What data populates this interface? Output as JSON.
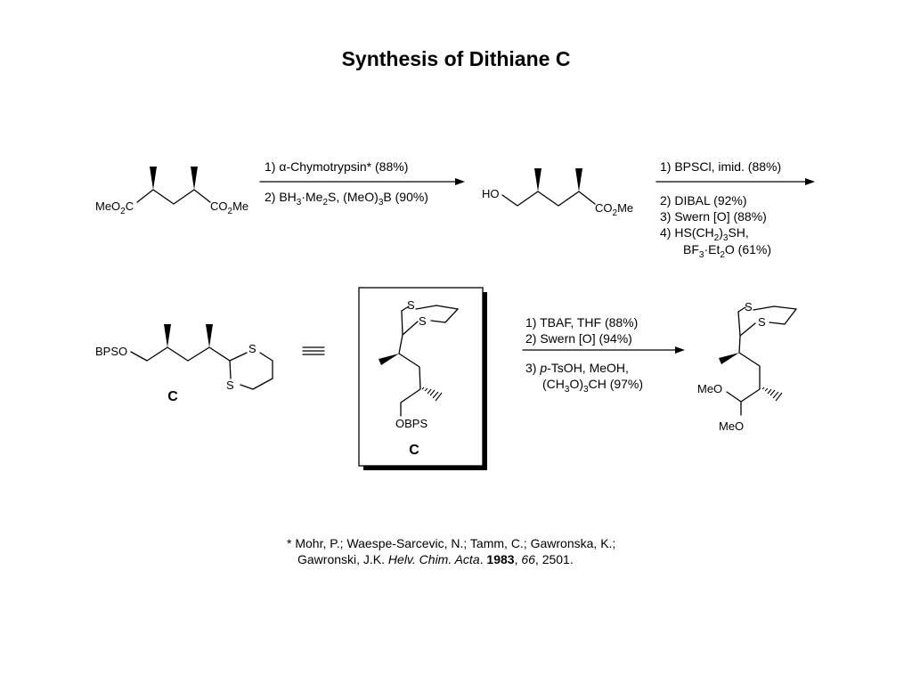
{
  "title": "Synthesis of Dithiane C",
  "compound_label": "C",
  "groups": {
    "meo2c": "MeO",
    "co2me_left": "CO",
    "co2me_right": "Me",
    "ho": "HO",
    "bpso": "BPSO",
    "obps": "OBPS",
    "s": "S",
    "meo": "MeO",
    "sub2": "2",
    "sub3": "3"
  },
  "step1": {
    "line1_pre": "1) ",
    "line1_greek": "α",
    "line1_post": "-Chymotrypsin* (88%)",
    "line2_a": "2) BH",
    "line2_b": "·Me",
    "line2_c": "S, (MeO)",
    "line2_d": "B (90%)"
  },
  "step2": {
    "line1": "1) BPSCl, imid. (88%)",
    "line2": "2) DIBAL (92%)",
    "line3": "3) Swern [O] (88%)",
    "line4_a": "4) HS(CH",
    "line4_b": ")",
    "line4_c": "SH,",
    "line5_a": "BF",
    "line5_b": "·Et",
    "line5_c": "O (61%)"
  },
  "step3": {
    "line1": "1) TBAF, THF (88%)",
    "line2": "2) Swern [O] (94%)",
    "line3_a": "3) ",
    "line3_p": "p",
    "line3_b": "-TsOH, MeOH,",
    "line4_a": "(CH",
    "line4_b": "O)",
    "line4_c": "CH (97%)"
  },
  "reference": {
    "line1": "* Mohr, P.; Waespe-Sarcevic, N.; Tamm, C.; Gawronska, K.;",
    "line2_authors": "Gawronski, J.K. ",
    "journal": "Helv. Chim. Acta",
    "dot": ". ",
    "year": "1983",
    "comma1": ", ",
    "volume": "66",
    "pages": ", 2501."
  }
}
